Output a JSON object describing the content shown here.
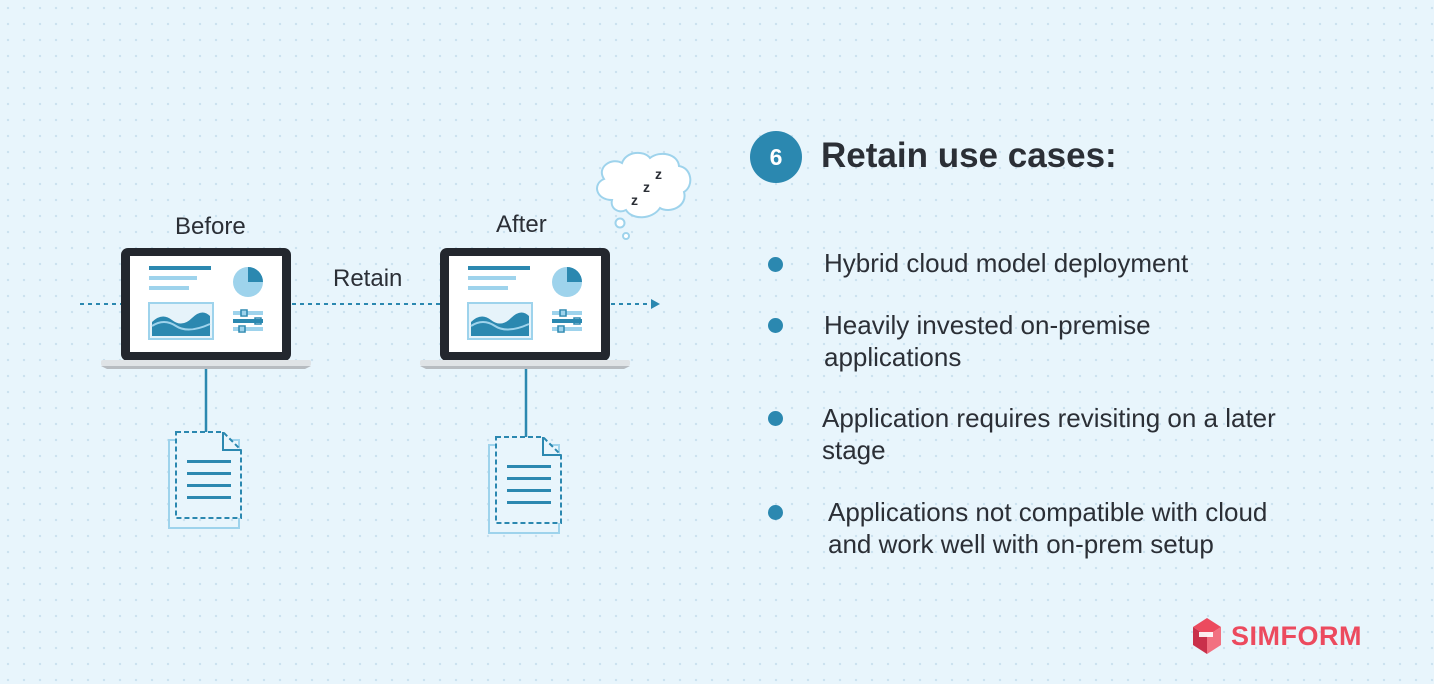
{
  "diagram": {
    "before_label": "Before",
    "after_label": "After",
    "arrow_label": "Retain",
    "sleep_text": [
      "z",
      "z",
      "z"
    ]
  },
  "step_number": "6",
  "heading": "Retain use cases:",
  "use_cases": [
    [
      "Hybrid cloud model deployment"
    ],
    [
      "Heavily invested on-premise",
      "applications"
    ],
    [
      "Application requires revisiting on a later",
      "stage"
    ],
    [
      "Applications not compatible with cloud",
      "and work well with on-prem setup"
    ]
  ],
  "brand": {
    "name": "SIMFORM",
    "icon": "simform-logo-icon",
    "color": "#ec4a5e"
  },
  "colors": {
    "accent": "#2b88b0",
    "light_accent": "#9ed3ec",
    "background": "#e8f5fc",
    "text": "#2b2f36"
  }
}
